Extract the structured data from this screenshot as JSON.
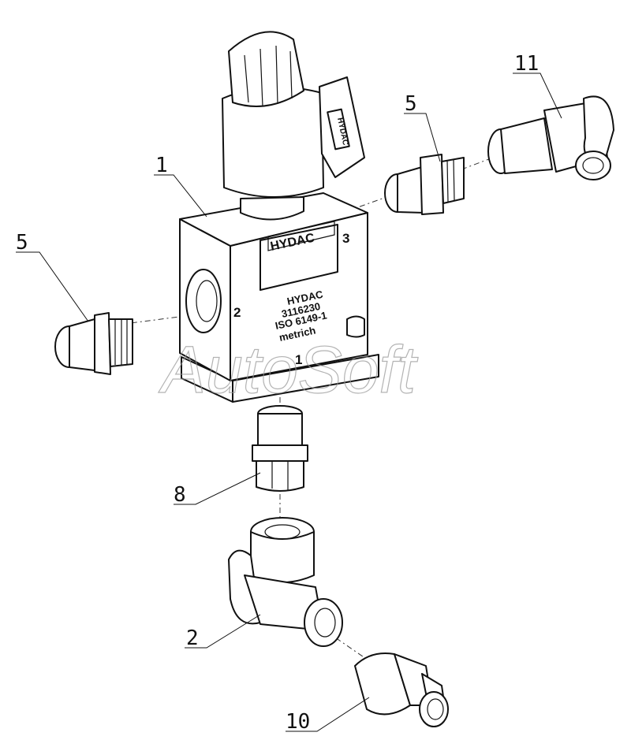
{
  "callouts": [
    "1",
    "5",
    "5",
    "11",
    "8",
    "2",
    "10"
  ],
  "valve": {
    "brand": "HYDAC",
    "plate_brand": "HYDAC",
    "part_number": "3116230",
    "standard": "ISO 6149-1",
    "thread_type": "metriсh",
    "port_a": "2",
    "port_b": "3",
    "port_p": "1",
    "coil_brand": "HYDAC"
  },
  "watermark": "AutoSoft"
}
